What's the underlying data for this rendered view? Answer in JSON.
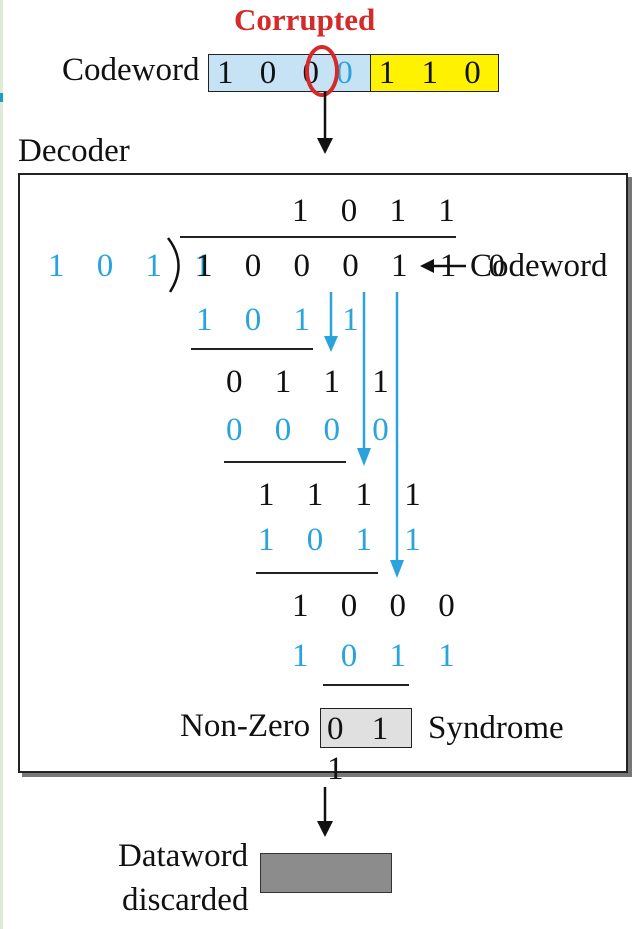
{
  "corrupted_label": "Corrupted",
  "codeword_label": "Codeword",
  "codeword": {
    "data_bits": "1 0 0",
    "corrupted_bit": "0",
    "check_bits": "1 1 0"
  },
  "decoder_label": "Decoder",
  "division": {
    "quotient": "1 0 1 1",
    "divisor": "1 0 1 1",
    "dividend": "1 0 0 0 1 1 0",
    "dividend_label": "Codeword",
    "steps": [
      {
        "subtract": "1 0 1 1",
        "result": "0 1 1 1"
      },
      {
        "subtract": "0 0 0 0",
        "result": "1 1 1 1"
      },
      {
        "subtract": "1 0 1 1",
        "result": "1 0 0 0"
      },
      {
        "subtract": "1 0 1 1"
      }
    ]
  },
  "non_zero_label": "Non-Zero",
  "syndrome_value": "0 1 1",
  "syndrome_label": "Syndrome",
  "dataword_label_line1": "Dataword",
  "dataword_label_line2": "discarded",
  "colors": {
    "red": "#d42a2a",
    "blue": "#2aa3dd",
    "data_bits_fill": "#c6e2f5",
    "check_bits_fill": "#fff200",
    "syndrome_fill": "#e0e0e0",
    "dataword_fill": "#8c8c8c"
  }
}
